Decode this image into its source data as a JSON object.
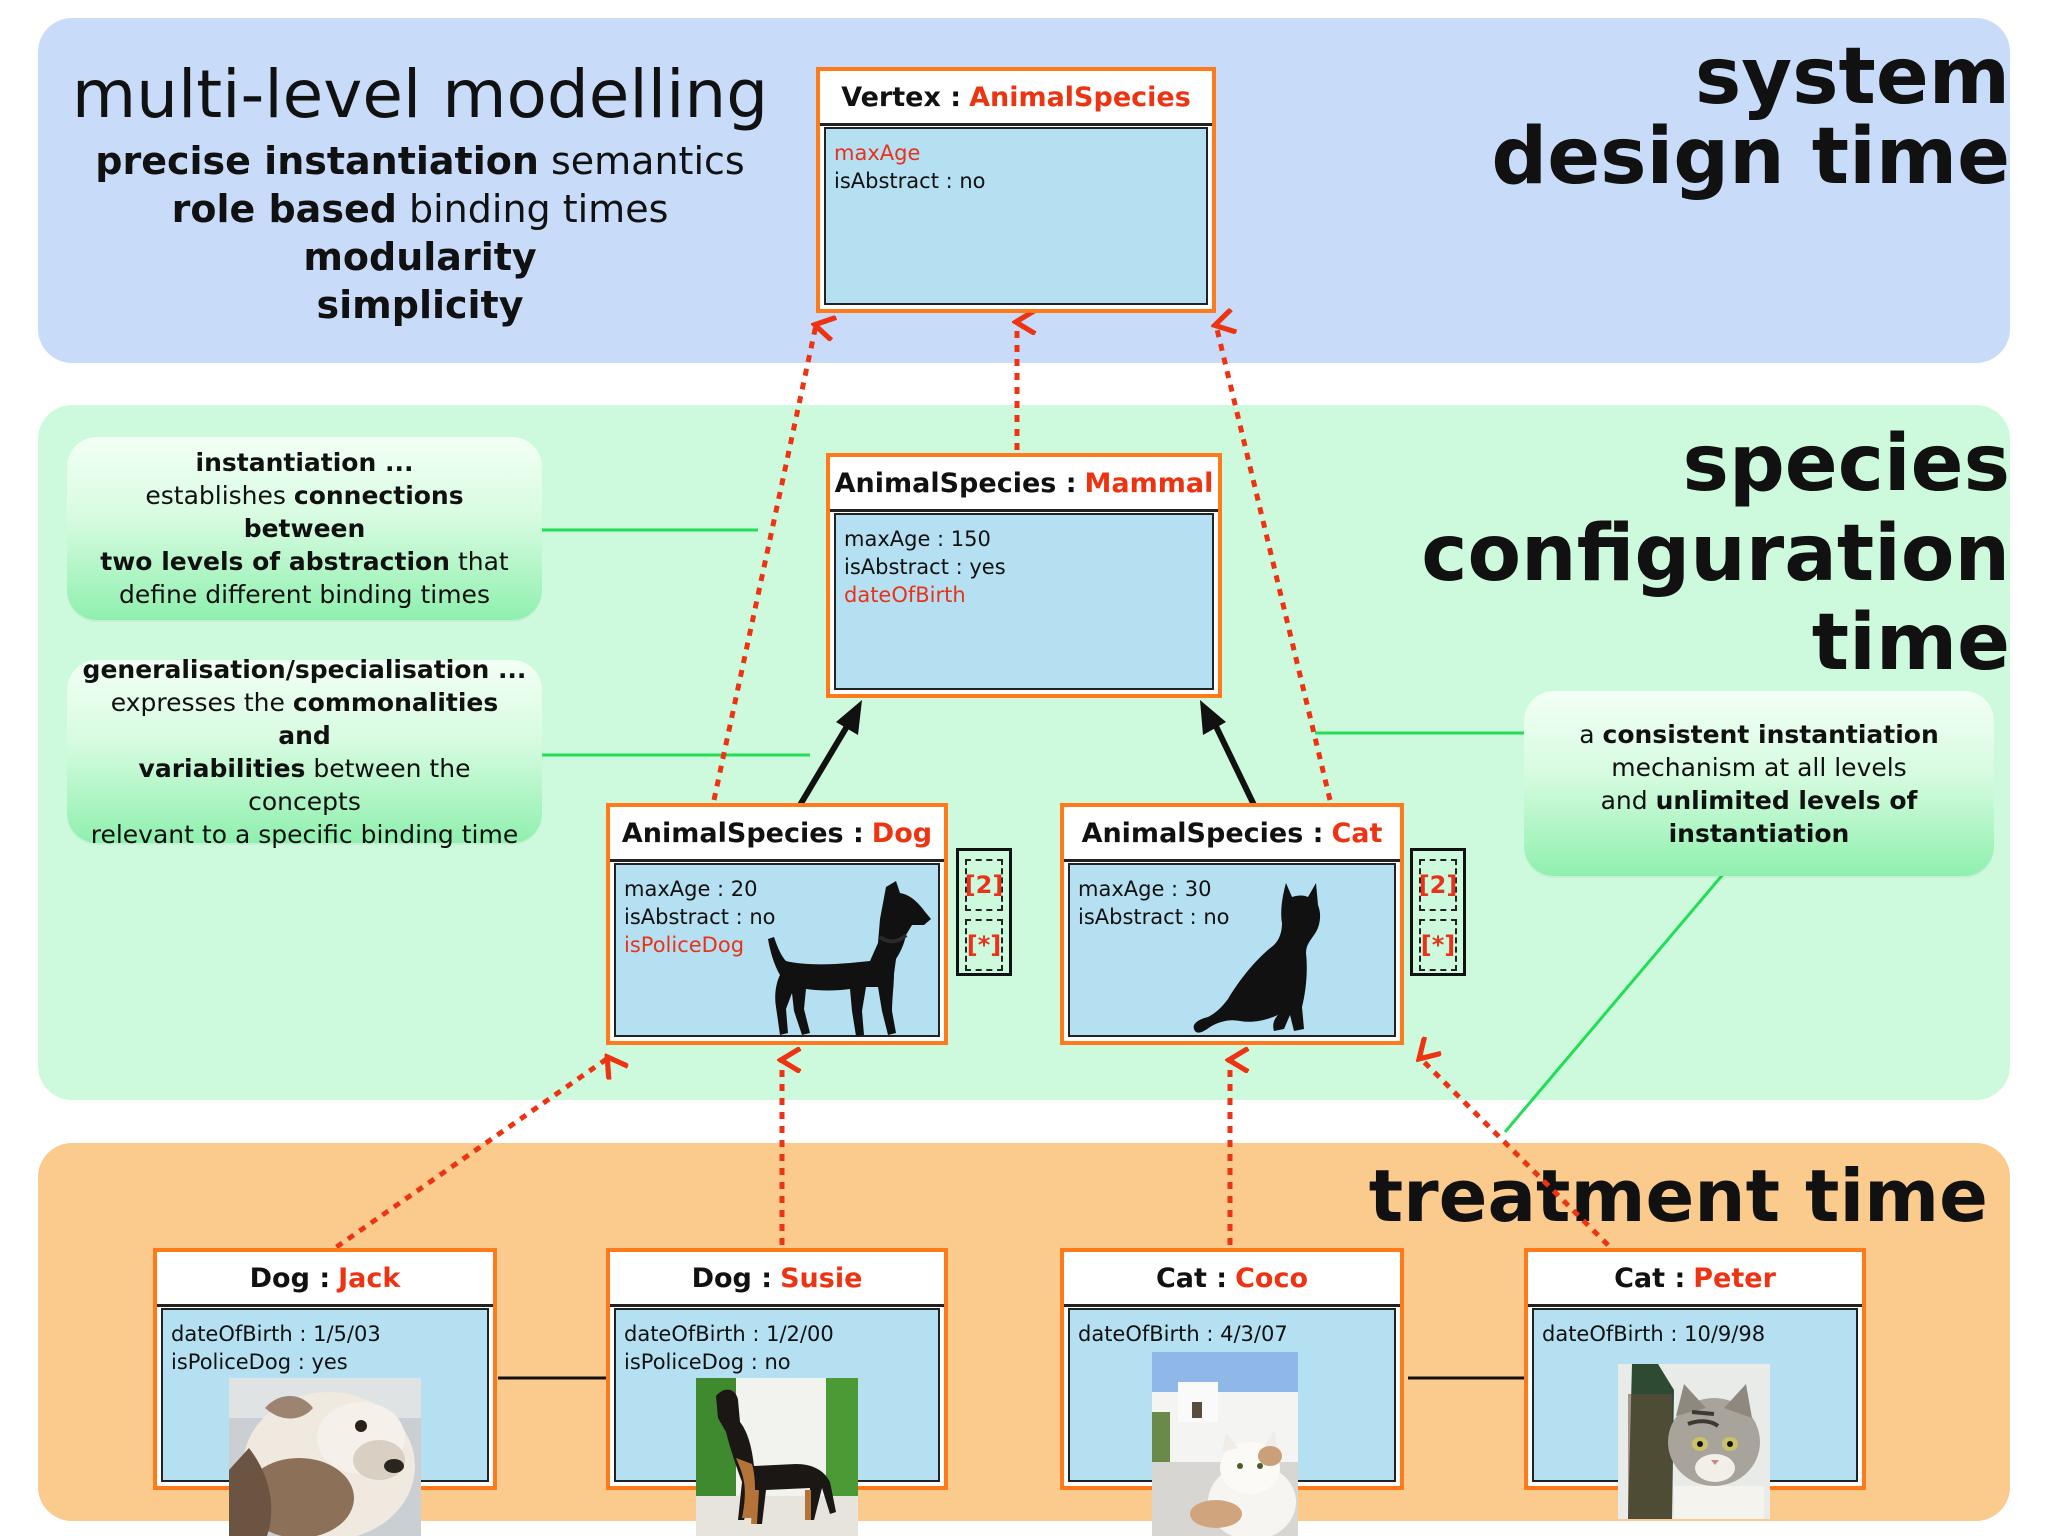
{
  "bands": {
    "system": {
      "label_lines": [
        "system",
        "design time"
      ]
    },
    "species": {
      "label_lines": [
        "species",
        "configuration",
        "time"
      ]
    },
    "treatment": {
      "label": "treatment time"
    }
  },
  "features": {
    "title": "multi-level modelling",
    "lines": [
      {
        "bold": "precise instantiation",
        "rest": " semantics"
      },
      {
        "bold": "role based",
        "rest": " binding times"
      },
      {
        "bold": "modularity",
        "rest": ""
      },
      {
        "bold": "simplicity",
        "rest": ""
      }
    ]
  },
  "notes": {
    "instantiation": {
      "l1": "instantiation ...",
      "l2_a": "establishes ",
      "l2_b": "connections between",
      "l3_a": "two levels of abstraction",
      "l3_b": " that",
      "l4": "define different binding times"
    },
    "generalisation": {
      "l1": "generalisation/specialisation ...",
      "l2_a": "expresses the ",
      "l2_b": "commonalities and",
      "l3_a": "variabilities",
      "l3_b": " between the concepts",
      "l4": "relevant to a specific binding time"
    },
    "consistent": {
      "l1_a": "a ",
      "l1_b": "consistent instantiation",
      "l2": "mechanism at all levels",
      "l3_a": "and ",
      "l3_b": "unlimited levels of",
      "l4": "instantiation"
    }
  },
  "boxes": {
    "vertex": {
      "kind": "Vertex :",
      "name": "AnimalSpecies",
      "attrs": [
        {
          "text": "maxAge",
          "red": true
        },
        {
          "text": "isAbstract : no",
          "red": false
        }
      ]
    },
    "mammal": {
      "kind": "AnimalSpecies :",
      "name": "Mammal",
      "attrs": [
        {
          "text": "maxAge : 150",
          "red": false
        },
        {
          "text": "isAbstract : yes",
          "red": false
        },
        {
          "text": "dateOfBirth",
          "red": true
        }
      ]
    },
    "dog": {
      "kind": "AnimalSpecies :",
      "name": "Dog",
      "attrs": [
        {
          "text": "maxAge : 20",
          "red": false
        },
        {
          "text": "isAbstract : no",
          "red": false
        },
        {
          "text": "isPoliceDog",
          "red": true
        }
      ]
    },
    "cat": {
      "kind": "AnimalSpecies :",
      "name": "Cat",
      "attrs": [
        {
          "text": "maxAge : 30",
          "red": false
        },
        {
          "text": "isAbstract : no",
          "red": false
        }
      ]
    },
    "jack": {
      "kind": "Dog :",
      "name": "Jack",
      "attrs": [
        {
          "text": "dateOfBirth : 1/5/03",
          "red": false
        },
        {
          "text": "isPoliceDog : yes",
          "red": false
        }
      ]
    },
    "susie": {
      "kind": "Dog :",
      "name": "Susie",
      "attrs": [
        {
          "text": "dateOfBirth : 1/2/00",
          "red": false
        },
        {
          "text": "isPoliceDog : no",
          "red": false
        }
      ]
    },
    "coco": {
      "kind": "Cat :",
      "name": "Coco",
      "attrs": [
        {
          "text": "dateOfBirth : 4/3/07",
          "red": false
        }
      ]
    },
    "peter": {
      "kind": "Cat :",
      "name": "Peter",
      "attrs": [
        {
          "text": "dateOfBirth : 10/9/98",
          "red": false
        }
      ]
    }
  },
  "multiplicity": {
    "top": "[2]",
    "bottom": "[*]"
  },
  "colors": {
    "instantiation_arrow": "#ee3312",
    "box_border": "#ff7a1a",
    "box_fill": "#b5e0f2",
    "annotation_line": "#22dd55"
  }
}
